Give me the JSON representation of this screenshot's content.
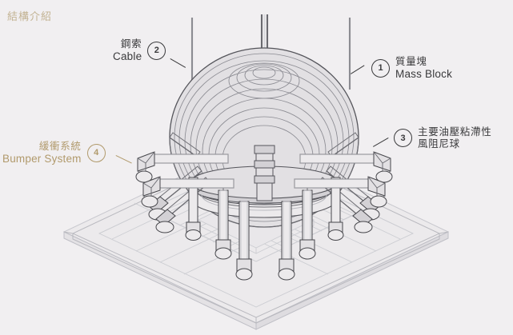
{
  "page": {
    "title": "結構介紹",
    "title_color": "#c3b393",
    "background_color": "#f1eff1",
    "illustration_name": "tuned-mass-damper-cutaway-diagram"
  },
  "colors": {
    "dark_label": "#3a3a3c",
    "tan_label": "#b19a6c",
    "line": "#6e6e74",
    "line_light": "#b9b9bf"
  },
  "callouts": [
    {
      "number": "1",
      "cn": "質量塊",
      "en": "Mass Block",
      "color": "dark",
      "side": "right"
    },
    {
      "number": "2",
      "cn": "鋼索",
      "en": "Cable",
      "color": "dark",
      "side": "left"
    },
    {
      "number": "3",
      "cn": "主要油壓粘滯性",
      "cn2": "風阻尼球",
      "en": "",
      "color": "dark",
      "side": "right"
    },
    {
      "number": "4",
      "cn": "緩衝系統",
      "en": "Bumper System",
      "color": "tan",
      "side": "left"
    }
  ]
}
